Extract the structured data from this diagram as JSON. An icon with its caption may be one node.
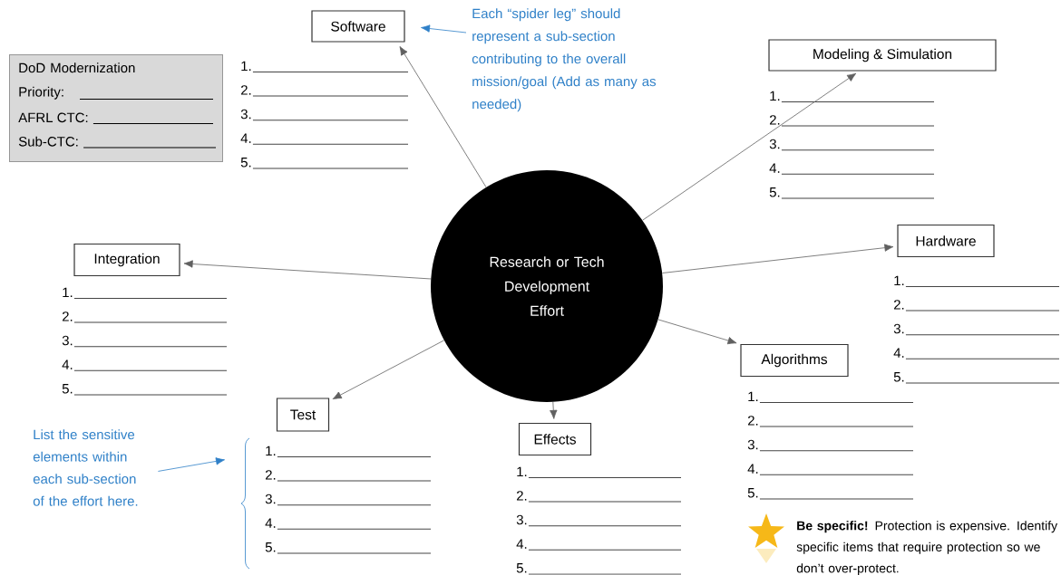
{
  "diagram": {
    "nodes": [
      {
        "text": [
          "Research or Tech Development Effort"
        ]
      },
      {
        "text": [
          "Software"
        ],
        "beside": [
          "1.",
          "2.",
          "3.",
          "4.",
          "5."
        ]
      },
      {
        "text": [
          "Modeling & Simulation"
        ],
        "beside": [
          "1.",
          "2.",
          "3.",
          "4.",
          "5."
        ]
      },
      {
        "text": [
          "Hardware"
        ],
        "beside": [
          "1.",
          "2.",
          "3.",
          "4.",
          "5."
        ]
      },
      {
        "text": [
          "Algorithms"
        ],
        "beside": [
          "1.",
          "2.",
          "3.",
          "4.",
          "5."
        ]
      },
      {
        "text": [
          "Effects"
        ],
        "beside": [
          "1.",
          "2.",
          "3.",
          "4.",
          "5."
        ]
      },
      {
        "text": [
          "Test"
        ],
        "beside": [
          "1.",
          "2.",
          "3.",
          "4.",
          "5."
        ]
      },
      {
        "text": [
          "Integration"
        ],
        "beside": [
          "1.",
          "2.",
          "3.",
          "4.",
          "5."
        ]
      },
      {
        "text": [
          "DoD Modernization Priority:",
          "AFRL CTC:",
          "Sub-CTC:"
        ]
      },
      {
        "text": [
          "Each “spider leg” should represent a sub-section contributing to the overall mission/goal (Add as many as needed)"
        ]
      },
      {
        "text": [
          "List the sensitive elements within each sub-section of the effort here."
        ]
      }
    ],
    "edges": [
      {
        "from": 0,
        "to": 1,
        "arrow": "to"
      },
      {
        "from": 0,
        "to": 2,
        "arrow": "to"
      },
      {
        "from": 0,
        "to": 3,
        "arrow": "to"
      },
      {
        "from": 0,
        "to": 4,
        "arrow": "to"
      },
      {
        "from": 0,
        "to": 5,
        "arrow": "to"
      },
      {
        "from": 0,
        "to": 6,
        "arrow": "to"
      },
      {
        "from": 0,
        "to": 7,
        "arrow": "to"
      },
      {
        "from": 9,
        "to": null,
        "arrow": "to",
        "color": "#2f80c8"
      },
      {
        "from": 10,
        "to": null,
        "arrow": "to",
        "color": "#2f80c8"
      }
    ],
    "labels": [
      "**Be specific!** Protection is expensive. Identify specific items that require protection so we don’t over-protect."
    ]
  }
}
